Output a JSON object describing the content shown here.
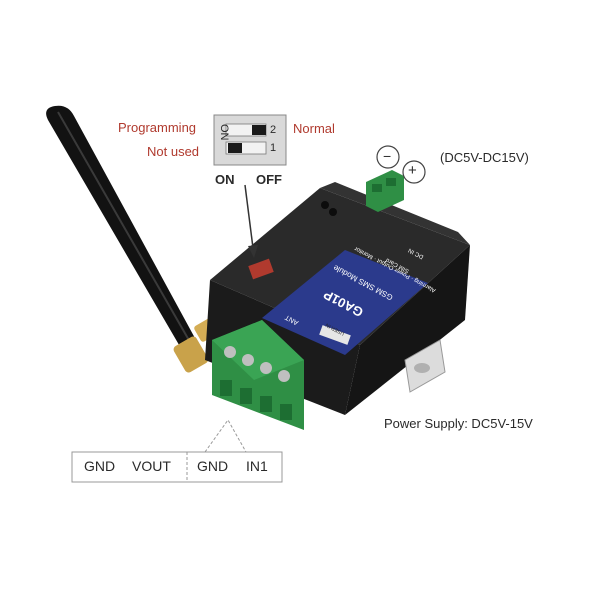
{
  "dip_switch": {
    "labels": {
      "programming": "Programming",
      "not_used": "Not used",
      "normal": "Normal",
      "on": "ON",
      "off": "OFF"
    },
    "side_text": "ON",
    "numbers": [
      "2",
      "1"
    ]
  },
  "power_terminal": {
    "minus": "−",
    "plus": "+",
    "range": "(DC5V-DC15V)"
  },
  "module": {
    "model": "GA01P",
    "subtitle": "GSM SMS Module",
    "label_lines": [
      "Alarming · Power Output · Monitor",
      "SIM Card",
      "DC IN"
    ],
    "ant": "ANT",
    "pins": "USER  IN"
  },
  "power_supply": "Power Supply: DC5V-15V",
  "terminal_labels": {
    "left": [
      "GND",
      "VOUT"
    ],
    "right": [
      "GND",
      "IN1"
    ]
  },
  "colors": {
    "body": "#1f1f1f",
    "label": "#2b3a8c",
    "terminal": "#2f8f45",
    "antenna": "#111111",
    "brass": "#c9a24a",
    "text_red": "#b03a2e"
  }
}
